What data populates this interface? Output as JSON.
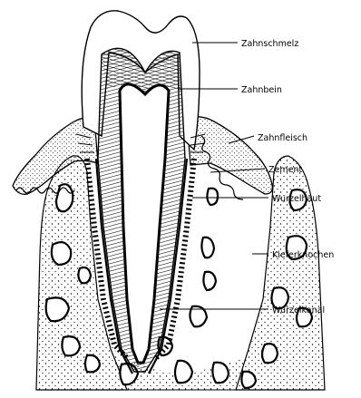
{
  "labels": {
    "enamel": "Zahnschmelz",
    "dentin": "Zahnbein",
    "gum": "Zahnfleisch",
    "cementum": "Zement",
    "root_membrane": "Wurzelhaut",
    "jawbone": "Kieferknochen",
    "root_canal": "Wurzelkanal"
  }
}
